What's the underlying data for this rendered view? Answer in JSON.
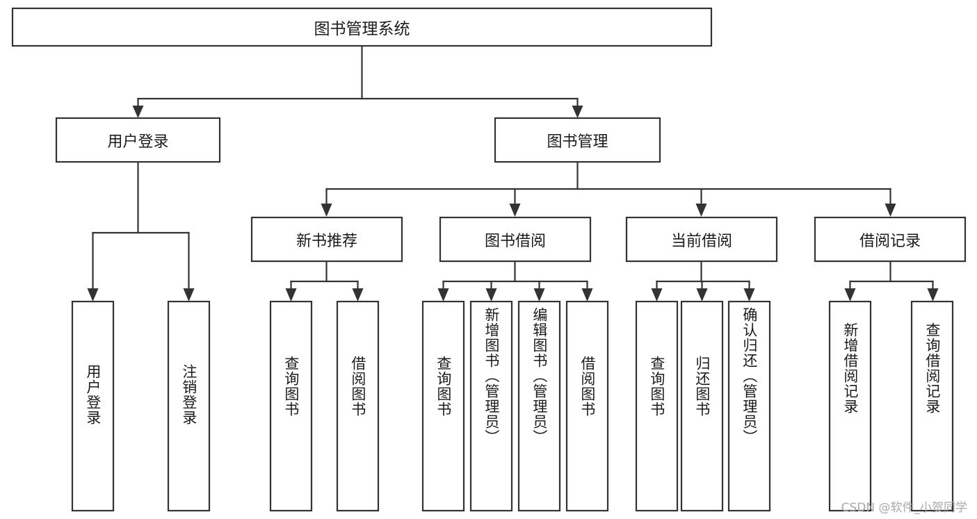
{
  "diagram": {
    "title": "图书管理系统",
    "watermark": "CSDN @软件_小贺同学",
    "stroke_color": "#333333",
    "fill_color": "#ffffff",
    "text_color": "#1b1b1b",
    "watermark_color": "#a8a8a8"
  },
  "root": {
    "label": "图书管理系统"
  },
  "level2": [
    {
      "label": "用户登录"
    },
    {
      "label": "图书管理"
    }
  ],
  "level3": [
    {
      "label": "新书推荐"
    },
    {
      "label": "图书借阅"
    },
    {
      "label": "当前借阅"
    },
    {
      "label": "借阅记录"
    }
  ],
  "leaves": {
    "user_login": [
      {
        "label": "用户登录"
      },
      {
        "label": "注销登录"
      }
    ],
    "new_book_recommend": [
      {
        "label": "查询图书"
      },
      {
        "label": "借阅图书"
      }
    ],
    "book_borrow": [
      {
        "label": "查询图书"
      },
      {
        "label": "新增图书（管理员）"
      },
      {
        "label": "编辑图书（管理员）"
      },
      {
        "label": "借阅图书"
      }
    ],
    "current_borrow": [
      {
        "label": "查询图书"
      },
      {
        "label": "归还图书"
      },
      {
        "label": "确认归还（管理员）"
      }
    ],
    "borrow_record": [
      {
        "label": "新增借阅记录"
      },
      {
        "label": "查询借阅记录"
      }
    ]
  }
}
